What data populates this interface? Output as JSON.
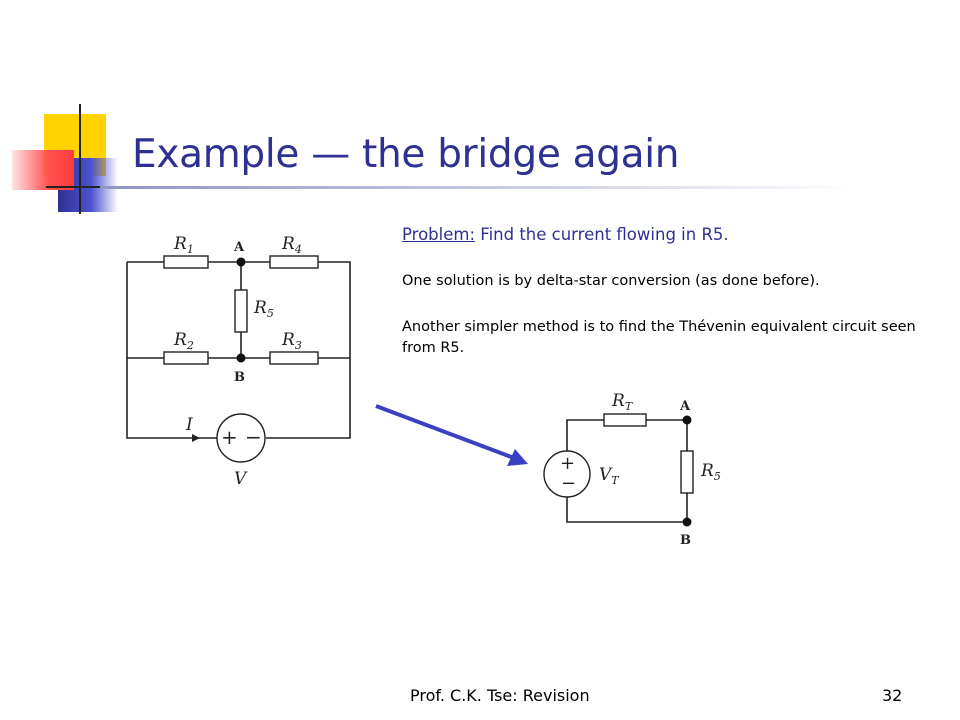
{
  "slide": {
    "title": "Example — the bridge again",
    "problem_label": "Problem:",
    "problem_text": " Find the current flowing in R5.",
    "solution_1": "One solution is by delta-star conversion (as done before).",
    "solution_2": "Another simpler method is to find the Thévenin equivalent circuit seen from R5."
  },
  "footer": {
    "author": "Prof. C.K. Tse: Revision",
    "page": "32"
  },
  "bridge_circuit": {
    "r1": "R",
    "r1_sub": "1",
    "r2": "R",
    "r2_sub": "2",
    "r3": "R",
    "r3_sub": "3",
    "r4": "R",
    "r4_sub": "4",
    "r5": "R",
    "r5_sub": "5",
    "node_a": "A",
    "node_b": "B",
    "current": "I",
    "source": "V",
    "source_plus": "+",
    "source_minus": "−"
  },
  "thevenin_circuit": {
    "rt": "R",
    "rt_sub": "T",
    "vt": "V",
    "vt_sub": "T",
    "r5": "R",
    "r5_sub": "5",
    "node_a": "A",
    "node_b": "B",
    "source_plus": "+",
    "source_minus": "−"
  },
  "colors": {
    "title": "#2e3192",
    "arrow": "#3a3fc4",
    "deco_yellow": "#ffd200",
    "deco_blue": "#3a3fc4",
    "deco_red": "#ff4b4b"
  }
}
